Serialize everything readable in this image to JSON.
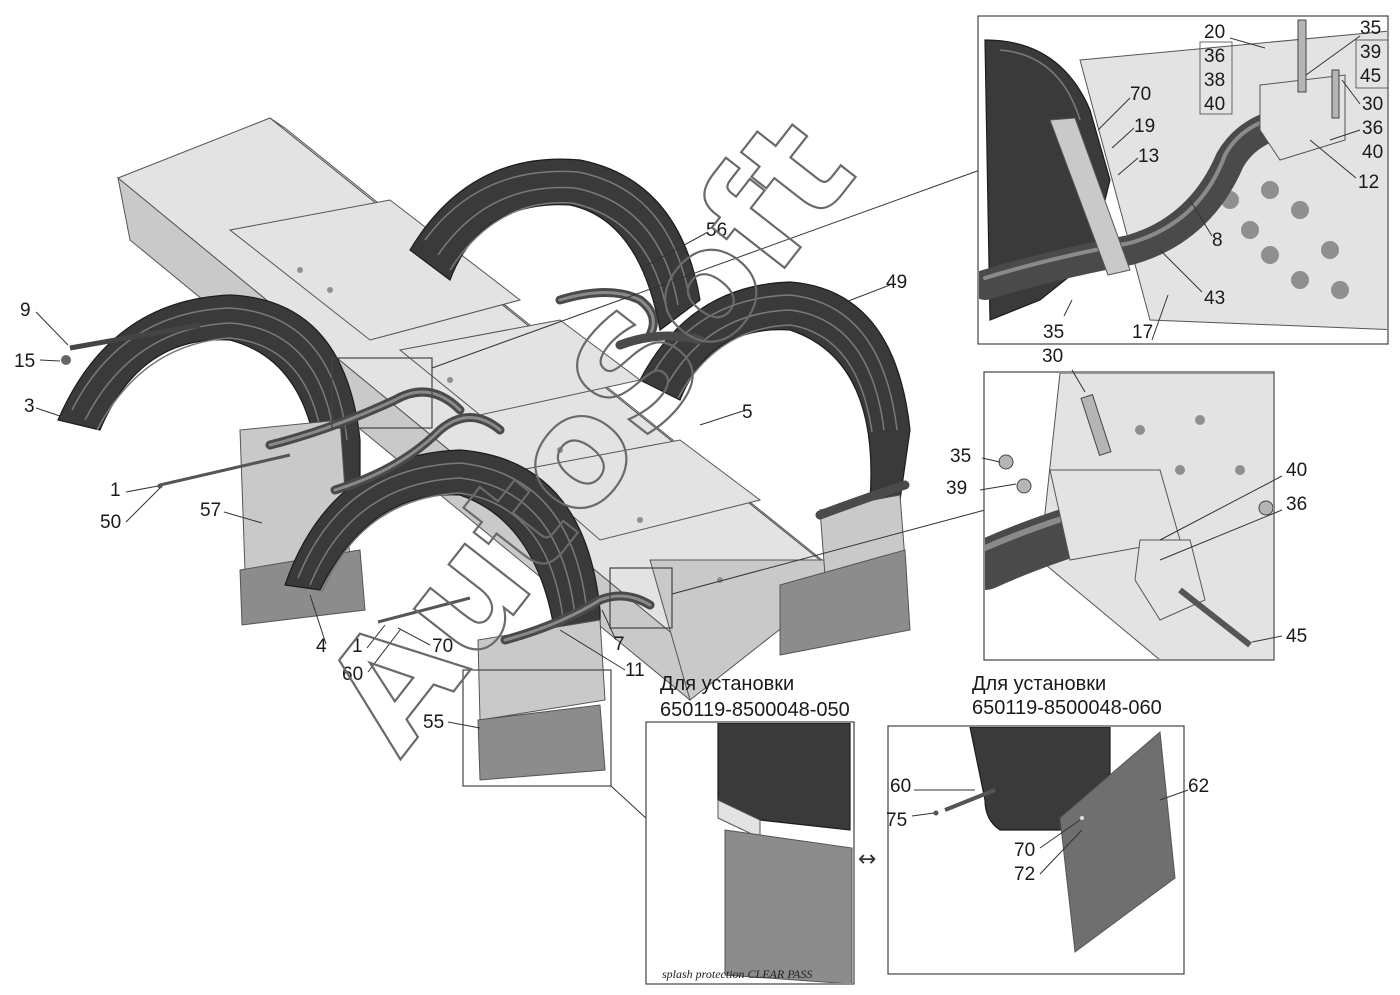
{
  "labels": {
    "l9": "9",
    "l15": "15",
    "l3": "3",
    "l1a": "1",
    "l50": "50",
    "l57": "57",
    "l4": "4",
    "l1b": "1",
    "l60a": "60",
    "l70a": "70",
    "l55": "55",
    "l11": "11",
    "l7": "7",
    "l5": "5",
    "l49": "49",
    "l56": "56",
    "d1_20": "20",
    "d1_36": "36",
    "d1_38": "38",
    "d1_40": "40",
    "d1_35": "35",
    "d1_39": "39",
    "d1_45": "45",
    "d1_30": "30",
    "d1_36b": "36",
    "d1_40b": "40",
    "d1_12": "12",
    "d1_70": "70",
    "d1_19": "19",
    "d1_13": "13",
    "d1_8": "8",
    "d1_43": "43",
    "d1_35b": "35",
    "d1_17": "17",
    "d2_30": "30",
    "d2_35": "35",
    "d2_39": "39",
    "d2_40": "40",
    "d2_36": "36",
    "d2_45": "45",
    "d3_60": "60",
    "d3_75": "75",
    "d3_62": "62",
    "d3_70": "70",
    "d3_72": "72"
  },
  "captions": {
    "left_title_line1": "Для установки",
    "left_title_line2": "650119-8500048-050",
    "right_title_line1": "Для установки",
    "right_title_line2": "650119-8500048-060",
    "bottom_note": "splash protection CLEAR PASS"
  },
  "watermark": "AutoSoft",
  "arrow_symbol": "↔",
  "colors": {
    "fender": "#3a3a3a",
    "frame_steel": "#e3e3e3",
    "mudflap": "#8c8c8c",
    "watermark_outline": "#6a6a6a"
  }
}
